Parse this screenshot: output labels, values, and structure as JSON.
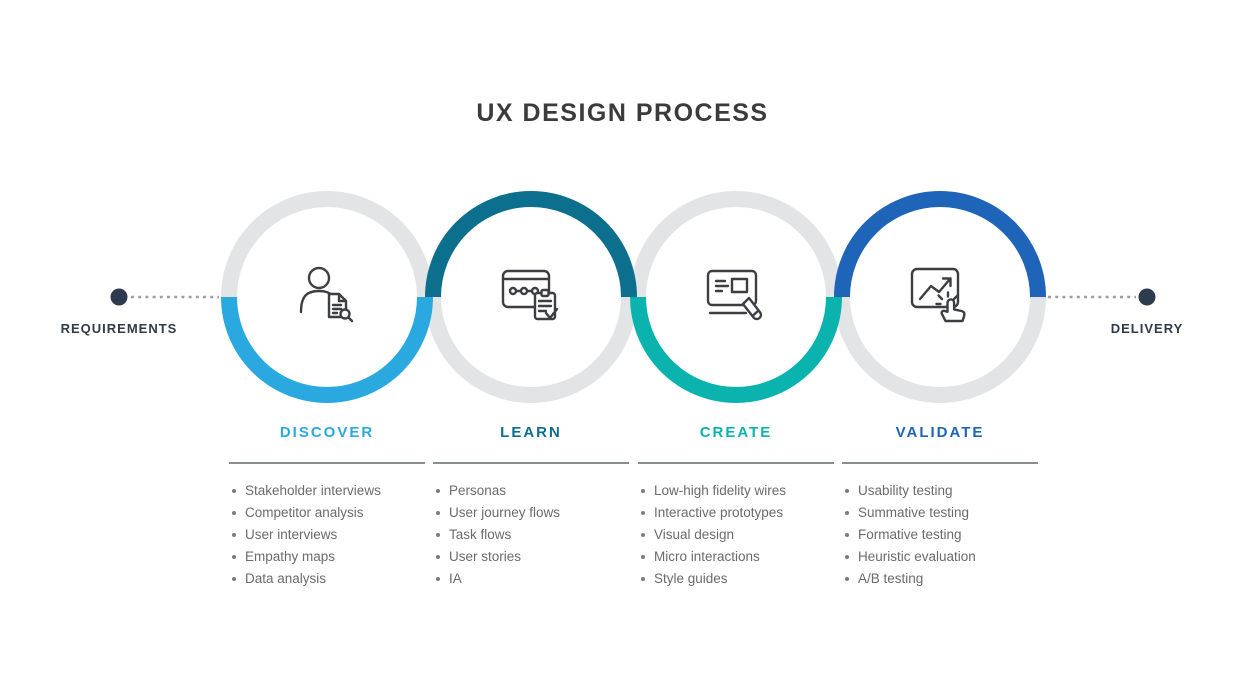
{
  "title": "UX DESIGN PROCESS",
  "endpoints": {
    "left": "REQUIREMENTS",
    "right": "DELIVERY"
  },
  "colors": {
    "discover": "#29a9e0",
    "learn": "#0d6f8e",
    "create": "#0bb3ae",
    "validate": "#1e64b8",
    "ring_gray": "#e3e4e6",
    "node_dot": "#2e3a4d",
    "dotted_line": "#9b9ea3",
    "icon_stroke": "#3c3e41"
  },
  "stages": [
    {
      "label": "DISCOVER",
      "color": "#29a9e0",
      "accent_half": "bottom",
      "icon": "user-research-icon",
      "items": [
        "Stakeholder interviews",
        "Competitor analysis",
        "User interviews",
        "Empathy maps",
        "Data analysis"
      ]
    },
    {
      "label": "LEARN",
      "color": "#0d6f8e",
      "accent_half": "top",
      "icon": "journey-clipboard-icon",
      "items": [
        "Personas",
        "User journey flows",
        "Task flows",
        "User stories",
        "IA"
      ]
    },
    {
      "label": "CREATE",
      "color": "#0bb3ae",
      "accent_half": "bottom",
      "icon": "wireframe-pencil-icon",
      "items": [
        "Low-high fidelity wires",
        "Interactive prototypes",
        "Visual design",
        "Micro interactions",
        "Style guides"
      ]
    },
    {
      "label": "VALIDATE",
      "color": "#1e64b8",
      "accent_half": "top",
      "icon": "chart-click-icon",
      "items": [
        "Usability testing",
        "Summative testing",
        "Formative testing",
        "Heuristic evaluation",
        "A/B testing"
      ]
    }
  ]
}
